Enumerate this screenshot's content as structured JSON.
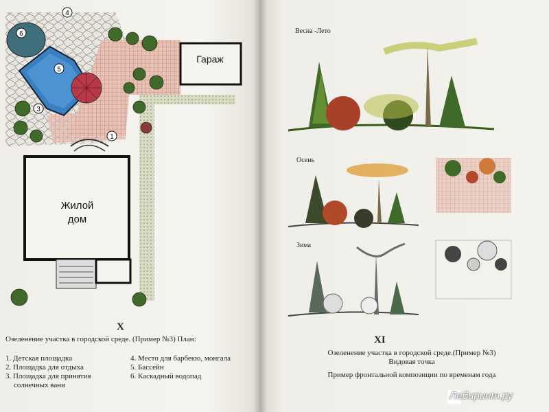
{
  "left": {
    "labels": {
      "house": "Жилой дом",
      "garage": "Гараж",
      "markers": [
        "1",
        "3",
        "4",
        "5",
        "6"
      ]
    },
    "figure_number": "X",
    "caption": "Озеленение участка в городской среде. (Пример №3) План:",
    "legend_col1": [
      "1. Детская площадка",
      "2. Площадка для отдыха",
      "3. Площадка для принятия",
      "солнечных ванн"
    ],
    "legend_col2": [
      "4. Место для барбекю, монгала",
      "5. Бассейн",
      "6. Каскадный водопад"
    ]
  },
  "right": {
    "seasons": [
      "Весна -Лето",
      "Осень",
      "Зима"
    ],
    "figure_number": "XI",
    "caption_line1": "Озеленение участка в городской среде.(Пример №3)",
    "caption_line2": "Видовая точка",
    "caption_line3": "Пример фронтальной композиции по временам года"
  },
  "watermark": "Лабиринт.ру",
  "colors": {
    "pool": "#3a7fc0",
    "brick": "#c9706a",
    "green": "#4a7a2a",
    "autumn": "#c8702a",
    "page": "#f3f1ec"
  }
}
